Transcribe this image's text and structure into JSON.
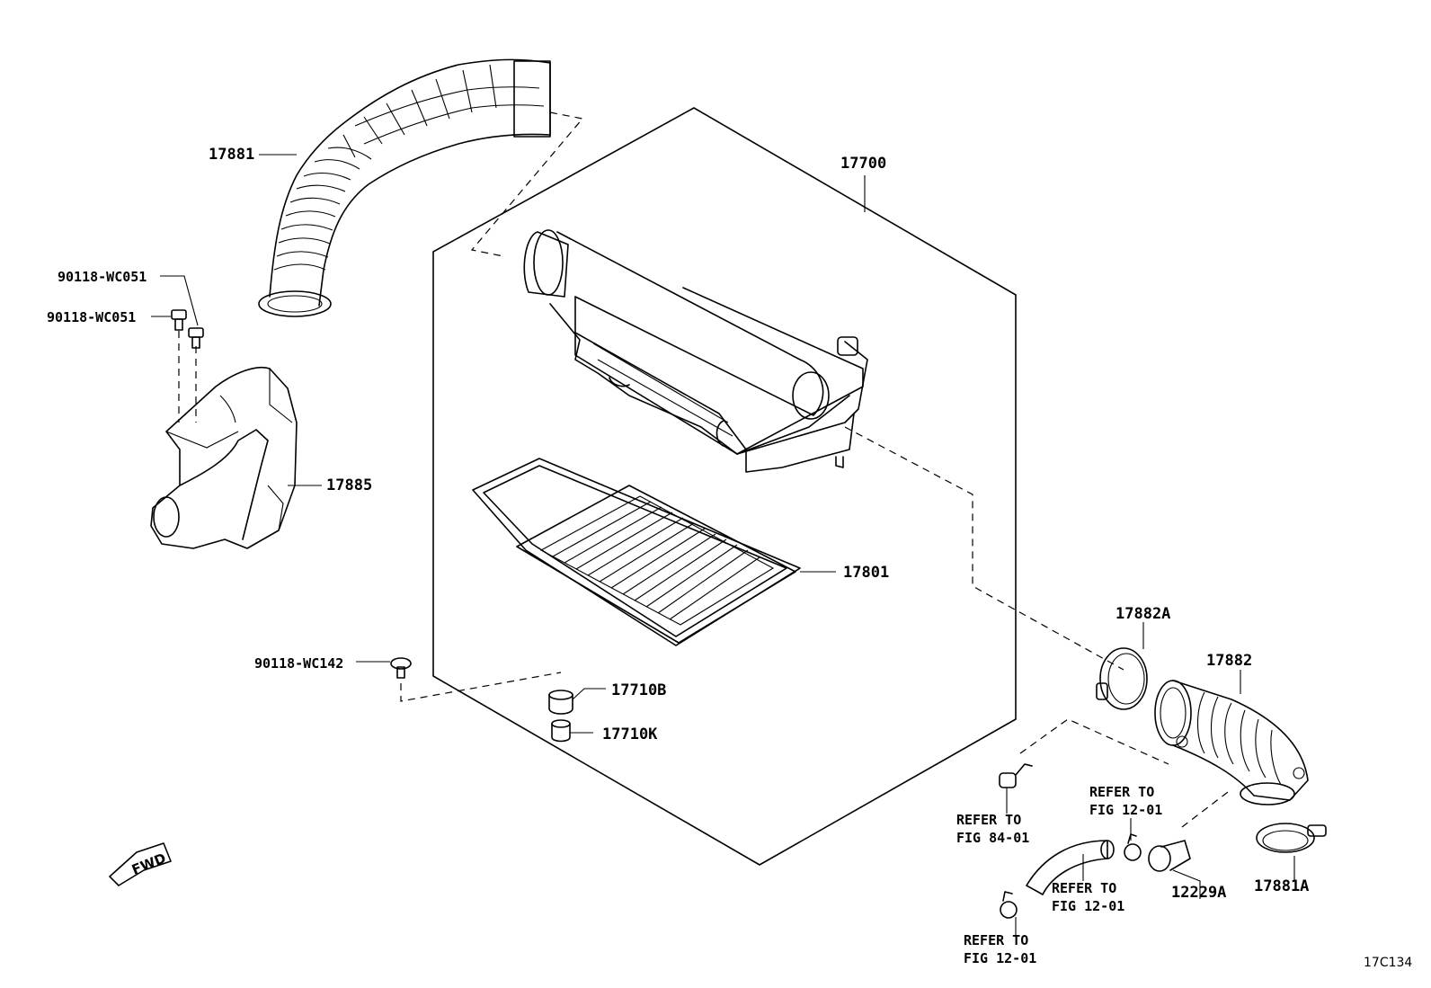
{
  "labels": {
    "p17881": "17881",
    "p17700": "17700",
    "p90118_wc051_a": "90118-WC051",
    "p90118_wc051_b": "90118-WC051",
    "p17885": "17885",
    "p17801": "17801",
    "p90118_wc142": "90118-WC142",
    "p17710b": "17710B",
    "p17710k": "17710K",
    "p17882a": "17882A",
    "p17882": "17882",
    "p12229a": "12229A",
    "p17881a": "17881A"
  },
  "refs": {
    "fig84_line1": "REFER TO",
    "fig84_line2": "FIG 84-01",
    "fig12a_line1": "REFER TO",
    "fig12a_line2": "FIG 12-01",
    "fig12b_line1": "REFER TO",
    "fig12b_line2": "FIG 12-01",
    "fig12c_line1": "REFER TO",
    "fig12c_line2": "FIG 12-01"
  },
  "fwd": "FWD",
  "figure_id": "17C134"
}
